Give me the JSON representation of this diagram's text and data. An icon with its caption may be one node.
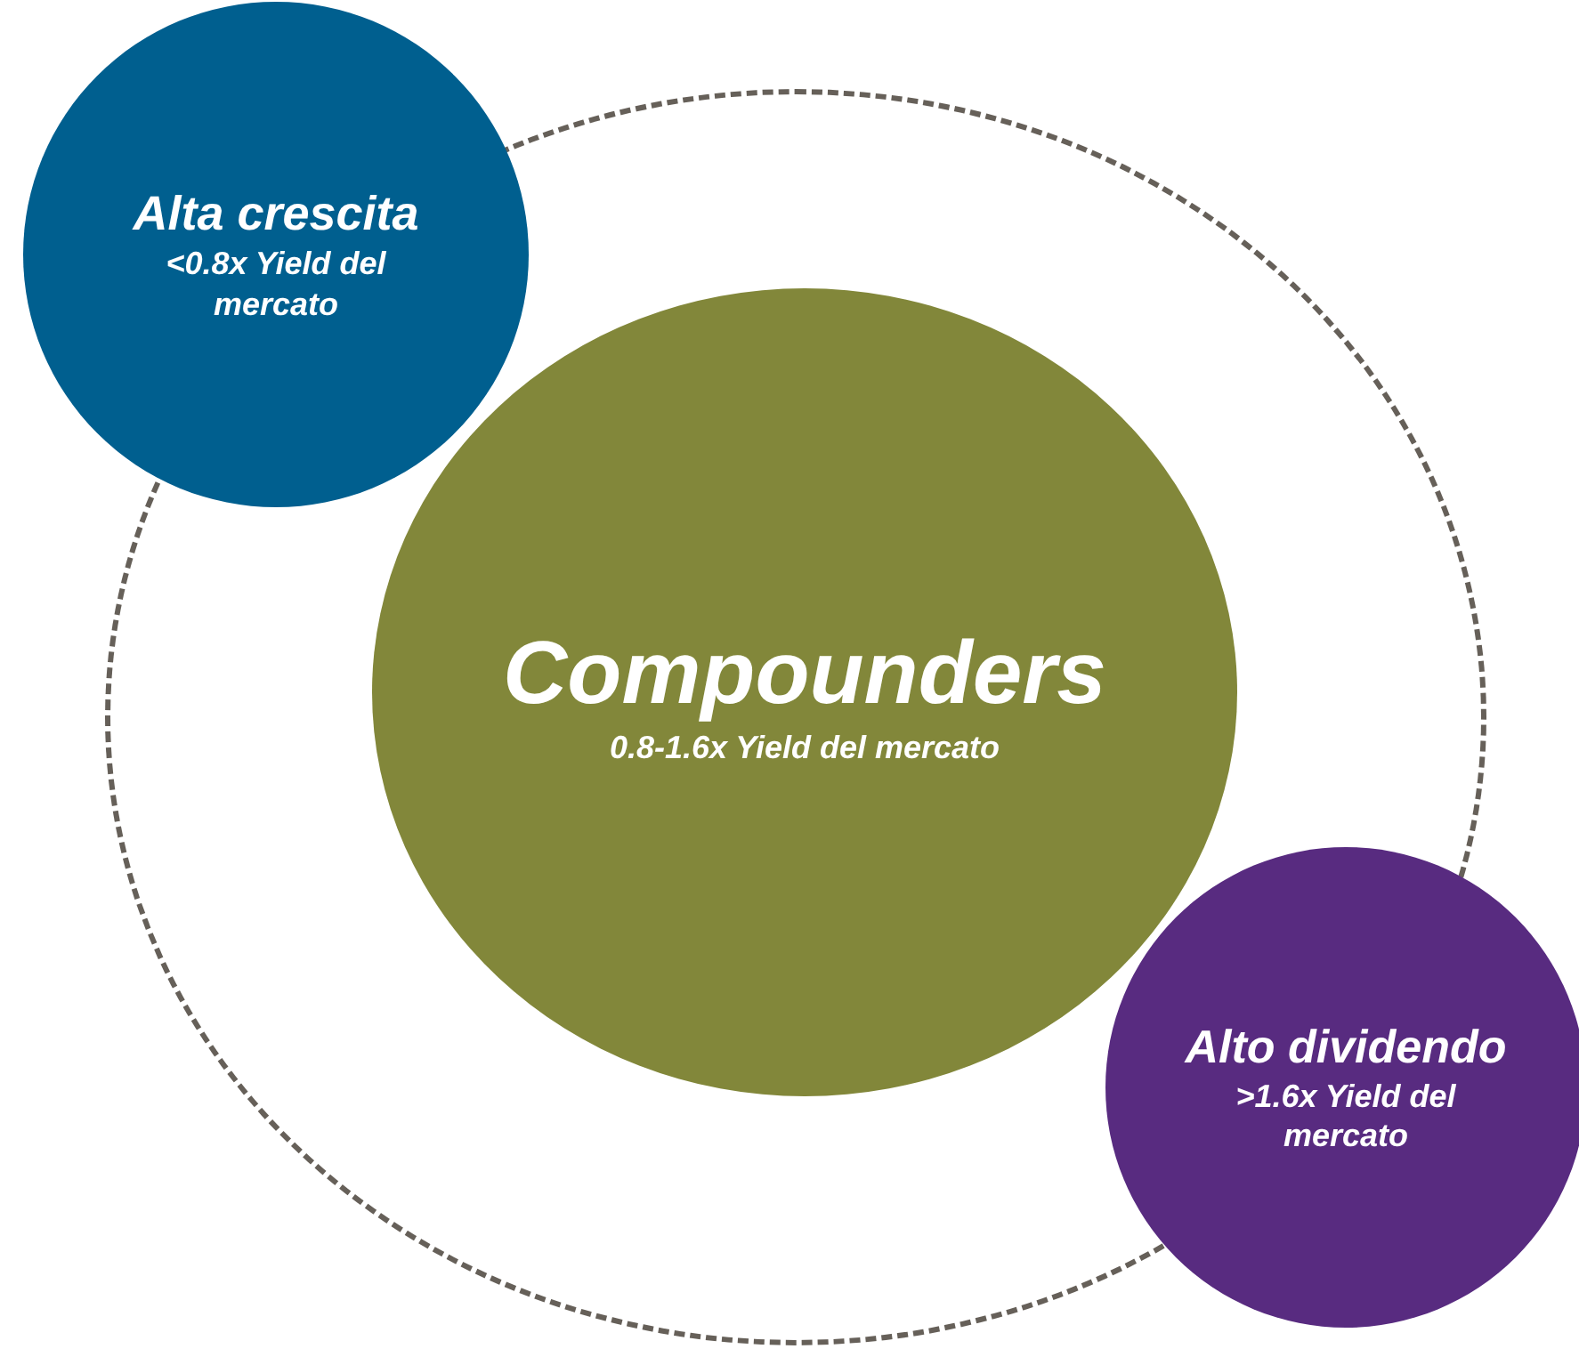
{
  "diagram": {
    "nodes": [
      {
        "text": [
          "Alta crescita",
          "<0.8x Yield del mercato"
        ]
      },
      {
        "text": [],
        "shape": "circle"
      },
      {
        "text": [
          "Compounders",
          "0.8-1.6x Yield del mercato"
        ],
        "in": 1
      },
      {
        "text": [
          "Alto dividendo",
          ">1.6x Yield del mercato"
        ]
      }
    ],
    "edges": []
  }
}
